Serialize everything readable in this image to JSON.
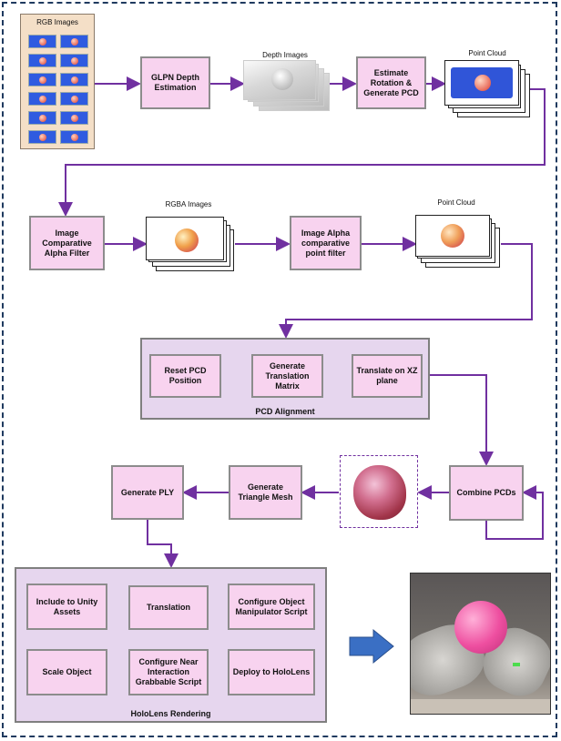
{
  "colors": {
    "flow_arrow": "#7030a0",
    "inner_arrow": "#4472c4",
    "box_fill": "#f8d3ef",
    "group_fill": "#e6d6ee",
    "big_arrow": "#3a6fc4"
  },
  "labels": {
    "rgb_images": "RGB Images",
    "depth_images": "Depth Images",
    "point_cloud_1": "Point Cloud",
    "rgba_images": "RGBA Images",
    "point_cloud_2": "Point Cloud"
  },
  "boxes": {
    "glpn": "GLPN Depth Estimation",
    "estimate": "Estimate Rotation & Generate PCD",
    "alpha_filter": "Image Comparative Alpha Filter",
    "alpha_point": "Image Alpha comparative point filter",
    "reset": "Reset PCD Position",
    "gen_trans": "Generate Translation Matrix",
    "translate_xz": "Translate on XZ plane",
    "combine": "Combine PCDs",
    "triangle": "Generate Triangle Mesh",
    "ply": "Generate PLY",
    "include": "Include to Unity Assets",
    "scale": "Scale Object",
    "translation": "Translation",
    "near": "Configure Near Interaction Grabbable Script",
    "manip": "Configure Object Manipulator Script",
    "deploy": "Deploy to HoloLens"
  },
  "groups": {
    "pcd_alignment": "PCD Alignment",
    "holo_rendering": "HoloLens Rendering"
  },
  "icons": [
    "apple-thumbnail-icon",
    "point-cloud-icon",
    "mesh-icon",
    "hololens-photo-icon",
    "right-arrow-icon"
  ]
}
